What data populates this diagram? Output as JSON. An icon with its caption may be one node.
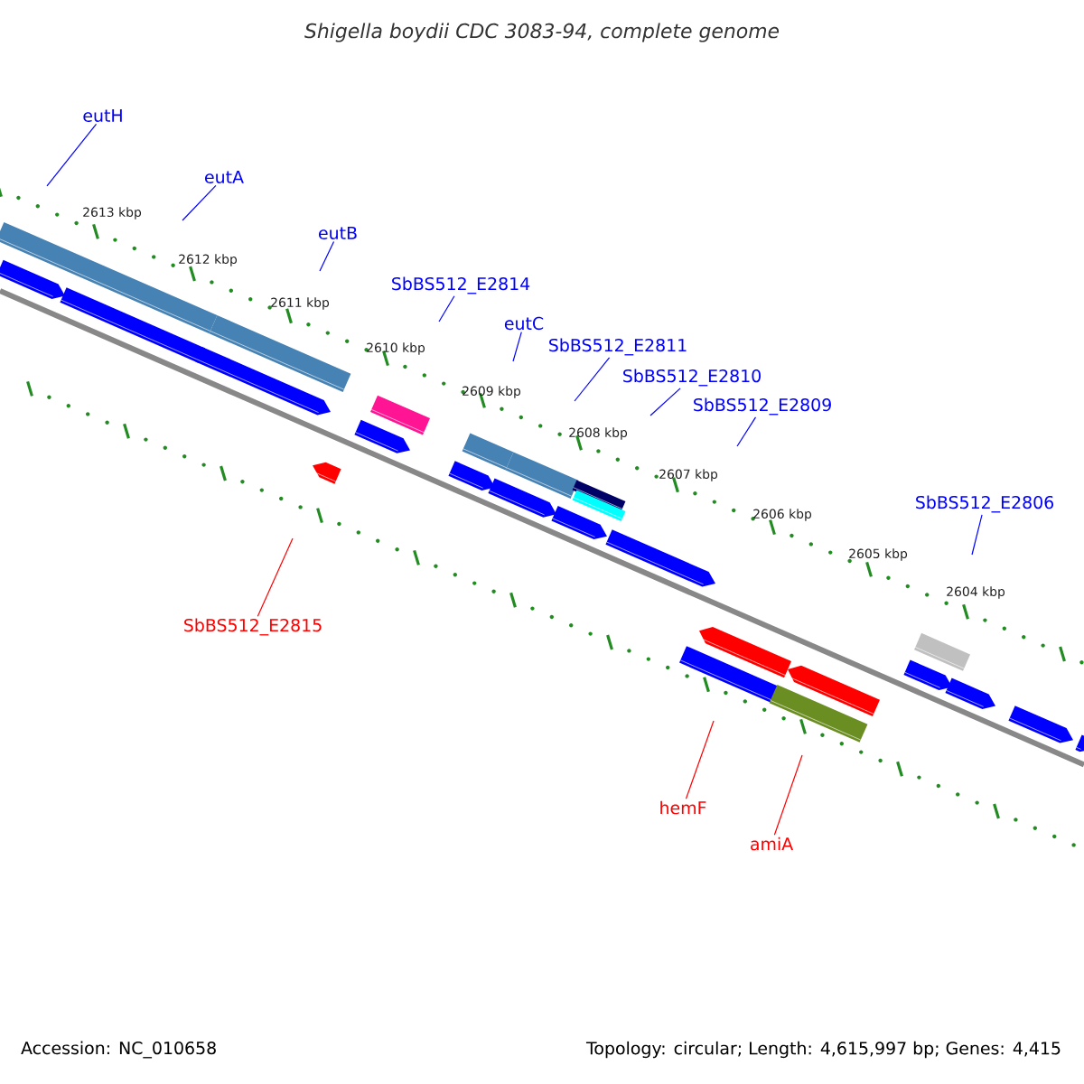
{
  "diagram": {
    "title": "Shigella boydii CDC 3083-94, complete genome",
    "nodes": [
      {
        "text": [
          "eutH"
        ]
      },
      {
        "text": [
          "eutA"
        ]
      },
      {
        "text": [
          "eutB"
        ]
      },
      {
        "text": [
          "SbBS512_E2814"
        ]
      },
      {
        "text": [
          "eutC"
        ]
      },
      {
        "text": [
          "SbBS512_E2811"
        ]
      },
      {
        "text": [
          "SbBS512_E2810"
        ]
      },
      {
        "text": [
          "SbBS512_E2809"
        ]
      },
      {
        "text": [
          "SbBS512_E2806"
        ]
      },
      {
        "text": [
          "SbBS512_E2815"
        ]
      },
      {
        "text": [
          "hemF"
        ]
      },
      {
        "text": [
          "amiA"
        ]
      }
    ],
    "edges": [
      {
        "from": 0,
        "to": null,
        "arrow": "none"
      },
      {
        "from": 1,
        "to": null,
        "arrow": "none"
      },
      {
        "from": 2,
        "to": null,
        "arrow": "none"
      },
      {
        "from": 3,
        "to": null,
        "arrow": "none"
      },
      {
        "from": 4,
        "to": null,
        "arrow": "none"
      },
      {
        "from": 5,
        "to": null,
        "arrow": "none"
      },
      {
        "from": 6,
        "to": null,
        "arrow": "none"
      },
      {
        "from": 7,
        "to": null,
        "arrow": "none"
      },
      {
        "from": 8,
        "to": null,
        "arrow": "none"
      },
      {
        "from": 9,
        "to": null,
        "arrow": "none",
        "color": "#ff0000"
      },
      {
        "from": 10,
        "to": null,
        "arrow": "none",
        "color": "#ff0000"
      },
      {
        "from": 11,
        "to": null,
        "arrow": "none",
        "color": "#ff0000"
      }
    ],
    "labels": [
      "2613 kbp",
      "2612 kbp",
      "2611 kbp",
      "2610 kbp",
      "2609 kbp",
      "2608 kbp",
      "2607 kbp",
      "2606 kbp",
      "2605 kbp",
      "2604 kbp",
      "Accession: NC_010658",
      "Topology: circular; Length: 4,615,997 bp; Genes: 4,415"
    ]
  }
}
